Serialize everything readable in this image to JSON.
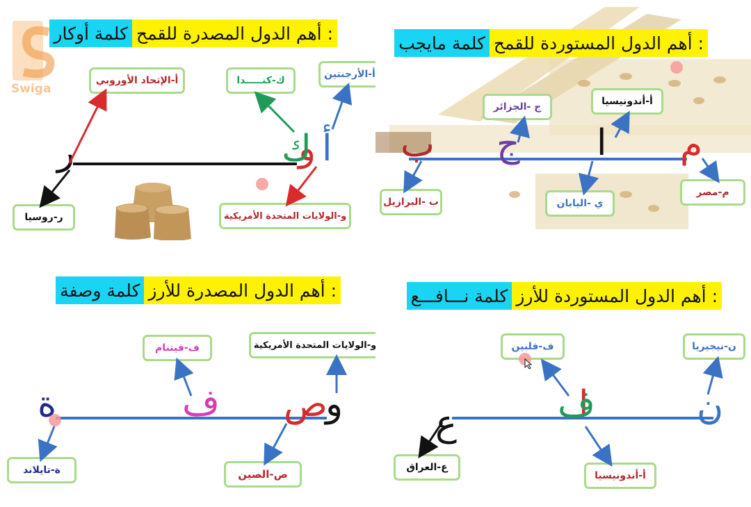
{
  "panels": {
    "p1": {
      "title_main": "أهم الدول المصدرة للقمح :",
      "title_word": "كلمة أوكار",
      "boxes": {
        "eu": "أ-الإتحاد الأوروبي",
        "canada": "ك-كنـــــدا",
        "argentina": "أ-الأرجنتين",
        "russia": "ر-روسيا",
        "usa": "و-الولايات المتحدة الأمريكية"
      },
      "letters": {
        "a": "أ",
        "w": "و",
        "k": "ك",
        "r": "ر"
      }
    },
    "p2": {
      "title_main": "أهم الدول المستوردة للقمح :",
      "title_word": "كلمة مايجب",
      "boxes": {
        "algeria": "ج -الجزائر",
        "indonesia": "أ-أندونيسيا",
        "brazil": "ب -البرازيل",
        "japan": "ي -اليابان",
        "egypt": "م-مصر"
      },
      "letters": {
        "m": "م",
        "y": "ا",
        "j": "ج",
        "b": "ب"
      }
    },
    "p3": {
      "title_main": "أهم الدول المصدرة للأرز :",
      "title_word": "كلمة وصفة",
      "boxes": {
        "vietnam": "ف-فيتنام",
        "usa": "و-الولايات المتحدة الأمريكية",
        "thailand": "ة-تايلاند",
        "china": "ص-الصين"
      },
      "letters": {
        "w": "و",
        "s": "ص",
        "f": "ف",
        "t": "ة"
      }
    },
    "p4": {
      "title_main": "أهم الدول المستوردة للأرز :",
      "title_word": "كلمة نـــافـــع",
      "boxes": {
        "philippines": "ف-فلبين",
        "nigeria": "ن-نيجيريا",
        "iraq": "ع-العراق",
        "indonesia": "أ-أندونيسيا"
      },
      "letters": {
        "n": "ن",
        "a": "ا",
        "f": "ف",
        "ain": "ع"
      }
    }
  },
  "watermark": "Swiga",
  "colors": {
    "title_bg": "#fff200",
    "word_bg": "#19d5f3",
    "box_border": "#a8da8b",
    "arrow_blue": "#3a72c4",
    "arrow_red": "#d92b2b",
    "arrow_green": "#1f9b57",
    "line_blue": "#3a72c4"
  }
}
